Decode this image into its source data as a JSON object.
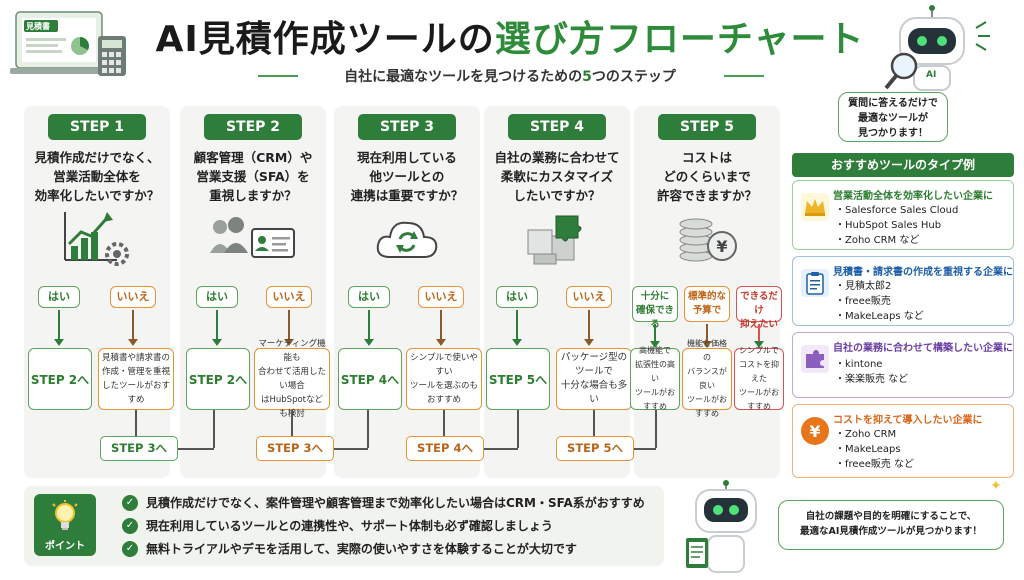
{
  "header": {
    "title_main": "AI見積作成ツールの",
    "title_highlight": "選び方フローチャート",
    "subtitle_pre": "自社に最適なツールを見つけるための",
    "subtitle_num": "5",
    "subtitle_post": "つのステップ"
  },
  "laptop": {
    "screen_label": "見積書"
  },
  "robot_bubble": {
    "line1": "質問に答えるだけで",
    "line2": "最適なツールが",
    "line3": "見つかります！"
  },
  "steps": [
    {
      "label": "STEP 1",
      "question": [
        "見積作成だけでなく、",
        "営業活動全体を",
        "効率化したいですか？"
      ],
      "yes": "はい",
      "no": "いいえ",
      "yes_result": "STEP 2へ",
      "no_result": [
        "見積書や請求書の",
        "作成・管理を重視",
        "したツールがおすすめ"
      ],
      "next": "STEP 3へ"
    },
    {
      "label": "STEP 2",
      "question": [
        "顧客管理（CRM）や",
        "営業支援（SFA）を",
        "重視しますか？"
      ],
      "yes": "はい",
      "no": "いいえ",
      "yes_result": "STEP 2へ",
      "no_result": [
        "マーケティング機能も",
        "合わせて活用したい場合",
        "はHubSpotなども検討"
      ],
      "next": "STEP 3へ"
    },
    {
      "label": "STEP 3",
      "question": [
        "現在利用している",
        "他ツールとの",
        "連携は重要ですか？"
      ],
      "yes": "はい",
      "no": "いいえ",
      "yes_result": "STEP 4へ",
      "no_result": [
        "シンプルで使いやすい",
        "ツールを選ぶのも",
        "おすすめ"
      ],
      "next": "STEP 4へ"
    },
    {
      "label": "STEP 4",
      "question": [
        "自社の業務に合わせて",
        "柔軟にカスタマイズ",
        "したいですか？"
      ],
      "yes": "はい",
      "no": "いいえ",
      "yes_result": "STEP 5へ",
      "no_result": [
        "パッケージ型の",
        "ツールで",
        "十分な場合も多い"
      ],
      "next": "STEP 5へ"
    },
    {
      "label": "STEP 5",
      "question": [
        "コストは",
        "どのくらいまで",
        "許容できますか？"
      ],
      "options": [
        {
          "label": [
            "十分に",
            "確保できる"
          ],
          "result": [
            "高機能で",
            "拡張性の高い",
            "ツールがおすすめ"
          ]
        },
        {
          "label": [
            "標準的な",
            "予算で"
          ],
          "result": [
            "機能と価格の",
            "バランスが良い",
            "ツールがおすすめ"
          ]
        },
        {
          "label": [
            "できるだけ",
            "抑えたい"
          ],
          "result": [
            "シンプルで",
            "コストを抑えた",
            "ツールがおすすめ"
          ]
        }
      ]
    }
  ],
  "recommend": {
    "heading": "おすすめツールのタイプ例",
    "groups": [
      {
        "title": "営業活動全体を効率化したい企業に",
        "items": [
          "・Salesforce Sales Cloud",
          "・HubSpot Sales Hub",
          "・Zoho CRM など"
        ],
        "color": "#2e7d32",
        "icon": "crown-icon"
      },
      {
        "title": "見積書・請求書の作成を重視する企業に",
        "items": [
          "・見積太郎2",
          "・freee販売",
          "・MakeLeaps など"
        ],
        "color": "#1f5fa8",
        "icon": "clipboard-icon"
      },
      {
        "title": "自社の業務に合わせて構築したい企業に",
        "items": [
          "・kintone",
          "・楽楽販売 など"
        ],
        "color": "#6a3fa0",
        "icon": "puzzle-icon"
      },
      {
        "title": "コストを抑えて導入したい企業に",
        "items": [
          "・Zoho CRM",
          "・MakeLeaps",
          "・freee販売 など"
        ],
        "color": "#d9661a",
        "icon": "yen-icon"
      }
    ],
    "yen": "¥"
  },
  "point": {
    "label": "ポイント",
    "tips": [
      "見積作成だけでなく、案件管理や顧客管理まで効率化したい場合はCRM・SFA系がおすすめ",
      "現在利用しているツールとの連携性や、サポート体制も必ず確認しましょう",
      "無料トライアルやデモを活用して、実際の使いやすさを体験することが大切です"
    ]
  },
  "closing_bubble": {
    "line1": "自社の課題や目的を明確にすることで、",
    "line2": "最適なAI見積作成ツールが見つかります！"
  },
  "ai_badge": "AI",
  "colors": {
    "accent": "#2f7d3a",
    "orange": "#e89236",
    "red": "#d9534f"
  }
}
